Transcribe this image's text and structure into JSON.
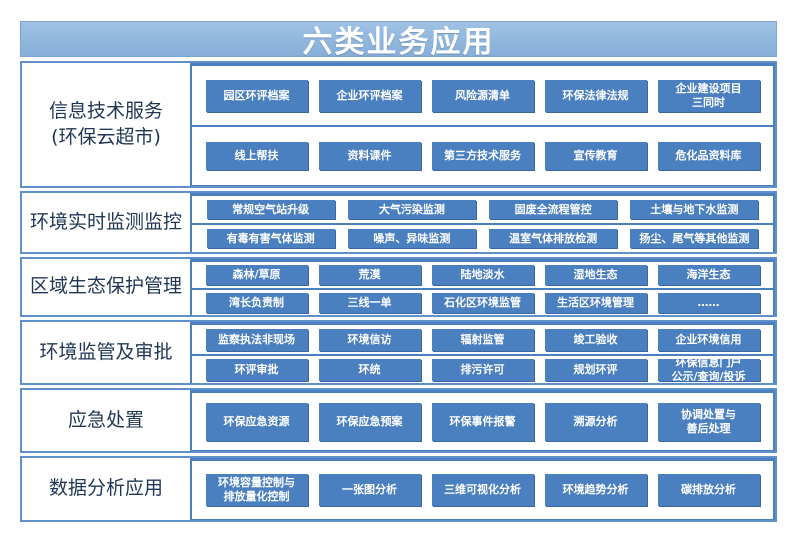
{
  "title": "六类业务应用",
  "sections": [
    {
      "label": "信息技术服务\n(环保云超市)",
      "rows": [
        [
          "园区环评档案",
          "企业环评档案",
          "风险源清单",
          "环保法律法规",
          "企业建设项目\n三同时"
        ],
        [
          "线上帮扶",
          "资料课件",
          "第三方技术服务",
          "宣传教育",
          "危化品资料库"
        ]
      ]
    },
    {
      "label": "环境实时监测监控",
      "rows": [
        [
          "常规空气站升级",
          "大气污染监测",
          "固废全流程管控",
          "土壤与地下水监测"
        ],
        [
          "有毒有害气体监测",
          "噪声、异味监测",
          "温室气体排放检测",
          "扬尘、尾气等其他监测"
        ]
      ]
    },
    {
      "label": "区域生态保护管理",
      "rows": [
        [
          "森林/草原",
          "荒漠",
          "陆地淡水",
          "湿地生态",
          "海洋生态"
        ],
        [
          "湾长负责制",
          "三线一单",
          "石化区环境监管",
          "生活区环境管理",
          "……"
        ]
      ]
    },
    {
      "label": "环境监管及审批",
      "rows": [
        [
          "监察执法非现场",
          "环境信访",
          "辐射监管",
          "竣工验收",
          "企业环境信用"
        ],
        [
          "环评审批",
          "环统",
          "排污许可",
          "规划环评",
          "环保信息门户\n公示/查询/投诉"
        ]
      ]
    },
    {
      "label": "应急处置",
      "rows": [
        [
          "环保应急资源",
          "环保应急预案",
          "环保事件报警",
          "溯源分析",
          "协调处置与\n善后处理"
        ]
      ]
    },
    {
      "label": "数据分析应用",
      "rows": [
        [
          "环境容量控制与\n排放量化控制",
          "一张图分析",
          "三维可视化分析",
          "环境趋势分析",
          "碳排放分析"
        ]
      ]
    }
  ]
}
